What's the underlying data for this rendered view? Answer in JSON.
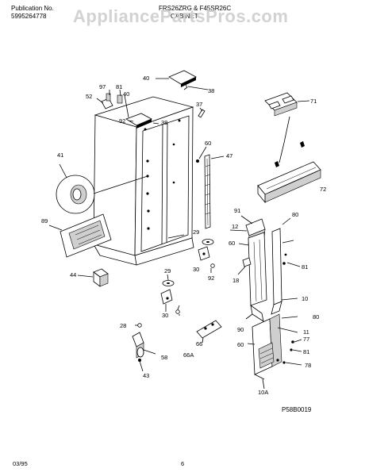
{
  "header": {
    "pub_label": "Publication No.",
    "pub_number": "5995264778",
    "models": "FRS26ZRG & F45SR26C",
    "section": "CABINET"
  },
  "watermark": "AppliancePartsPros.com",
  "diagram_code": "P58B0019",
  "footer": {
    "date": "03/95",
    "page": "6"
  },
  "part_labels": [
    "40",
    "97",
    "81",
    "40",
    "38",
    "52",
    "37",
    "92",
    "38",
    "60",
    "47",
    "71",
    "41",
    "89",
    "91",
    "80",
    "12",
    "29",
    "72",
    "60",
    "81",
    "44",
    "30",
    "92",
    "18",
    "29",
    "10",
    "80",
    "28",
    "30",
    "90",
    "11",
    "66",
    "77",
    "81",
    "66A",
    "58",
    "60",
    "78",
    "43",
    "10A"
  ]
}
